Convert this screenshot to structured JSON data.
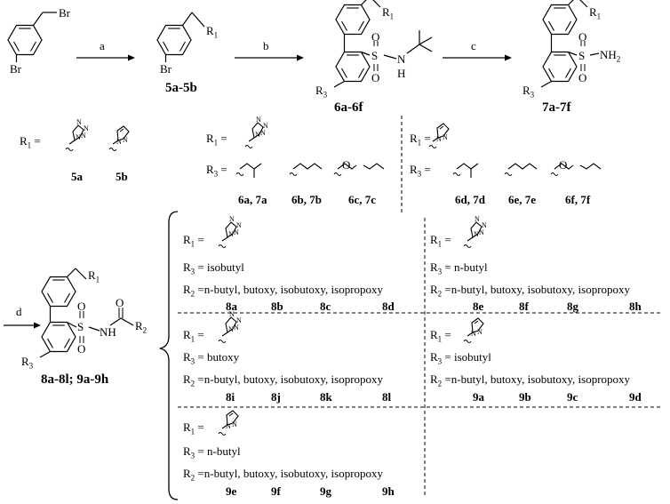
{
  "atoms": {
    "br": "Br",
    "r1": "R",
    "r1_sub": "1",
    "r2": "R",
    "r2_sub": "2",
    "r3": "R",
    "r3_sub": "3",
    "s": "S",
    "o": "O",
    "n": "N",
    "h": "H",
    "nh2_n": "NH",
    "nh2_sub": "2"
  },
  "steps": [
    "a",
    "b",
    "c",
    "d"
  ],
  "compounds": {
    "c5": "5a-5b",
    "c6": "6a-6f",
    "c7": "7a-7f",
    "c8": "8a-8l; 9a-9h"
  },
  "legend_top": {
    "r1_eq": "R",
    "r1_eq_sub": "1",
    "r3_eq": "R",
    "r3_eq_sub": "3",
    "eq": " =",
    "lab_5a": "5a",
    "lab_5b": "5b",
    "lab_67": [
      "6a, 7a",
      "6b, 7b",
      "6c, 7c",
      "6d, 7d",
      "6e, 7e",
      "6f, 7f"
    ]
  },
  "table": {
    "r1": "R",
    "r1_sub": "1",
    "r3": "R",
    "r3_sub": "3",
    "r2": "R",
    "r2_sub": "2",
    "eq": " =",
    "r2_list": "n-butyl, butoxy, isobutoxy, isopropoxy",
    "cells": [
      {
        "r3_value": "isobutyl",
        "labels": [
          "8a",
          "8b",
          "8c",
          "8d"
        ]
      },
      {
        "r3_value": "n-butyl",
        "labels": [
          "8e",
          "8f",
          "8g",
          "8h"
        ]
      },
      {
        "r3_value": "butoxy",
        "labels": [
          "8i",
          "8j",
          "8k",
          "8l"
        ]
      },
      {
        "r3_value": "isobutyl",
        "labels": [
          "9a",
          "9b",
          "9c",
          "9d"
        ]
      },
      {
        "r3_value": "n-butyl",
        "labels": [
          "9e",
          "9f",
          "9g",
          "9h"
        ]
      }
    ]
  }
}
